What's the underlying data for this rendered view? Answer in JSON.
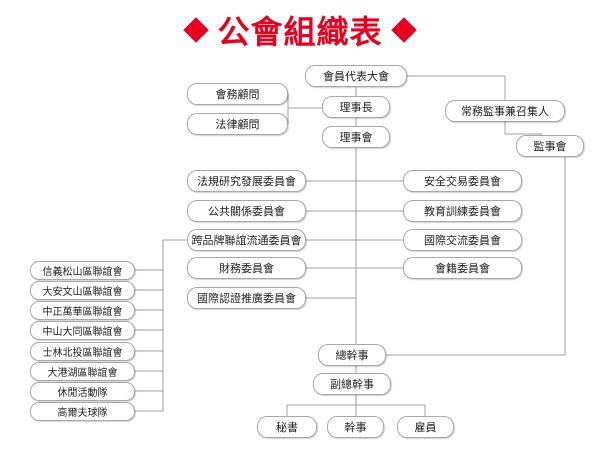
{
  "title": "公會組織表",
  "colors": {
    "title": "#e8001f",
    "line": "#a0a0a0",
    "border": "#a8a8a8"
  },
  "nodes": {
    "assembly": "會員代表大會",
    "chairman": "理事長",
    "council": "理事會",
    "advisor_affairs": "會務顧問",
    "advisor_legal": "法律顧問",
    "supervisor_convener": "常務監事兼召集人",
    "supervisors": "監事會",
    "committees_left": [
      "法規研究發展委員會",
      "公共關係委員會",
      "跨品牌聯誼流通委員會",
      "財務委員會",
      "國際認證推廣委員會"
    ],
    "committees_right": [
      "安全交易委員會",
      "教育訓練委員會",
      "國際交流委員會",
      "會籍委員會"
    ],
    "districts": [
      "信義松山區聯誼會",
      "大安文山區聯誼會",
      "中正萬華區聯誼會",
      "中山大同區聯誼會",
      "士林北投區聯誼會",
      "大港湖區聯誼會",
      "休閒活動隊",
      "高爾夫球隊"
    ],
    "secretary_general": "總幹事",
    "deputy_secretary_general": "副總幹事",
    "staff": [
      "秘書",
      "幹事",
      "雇員"
    ]
  }
}
